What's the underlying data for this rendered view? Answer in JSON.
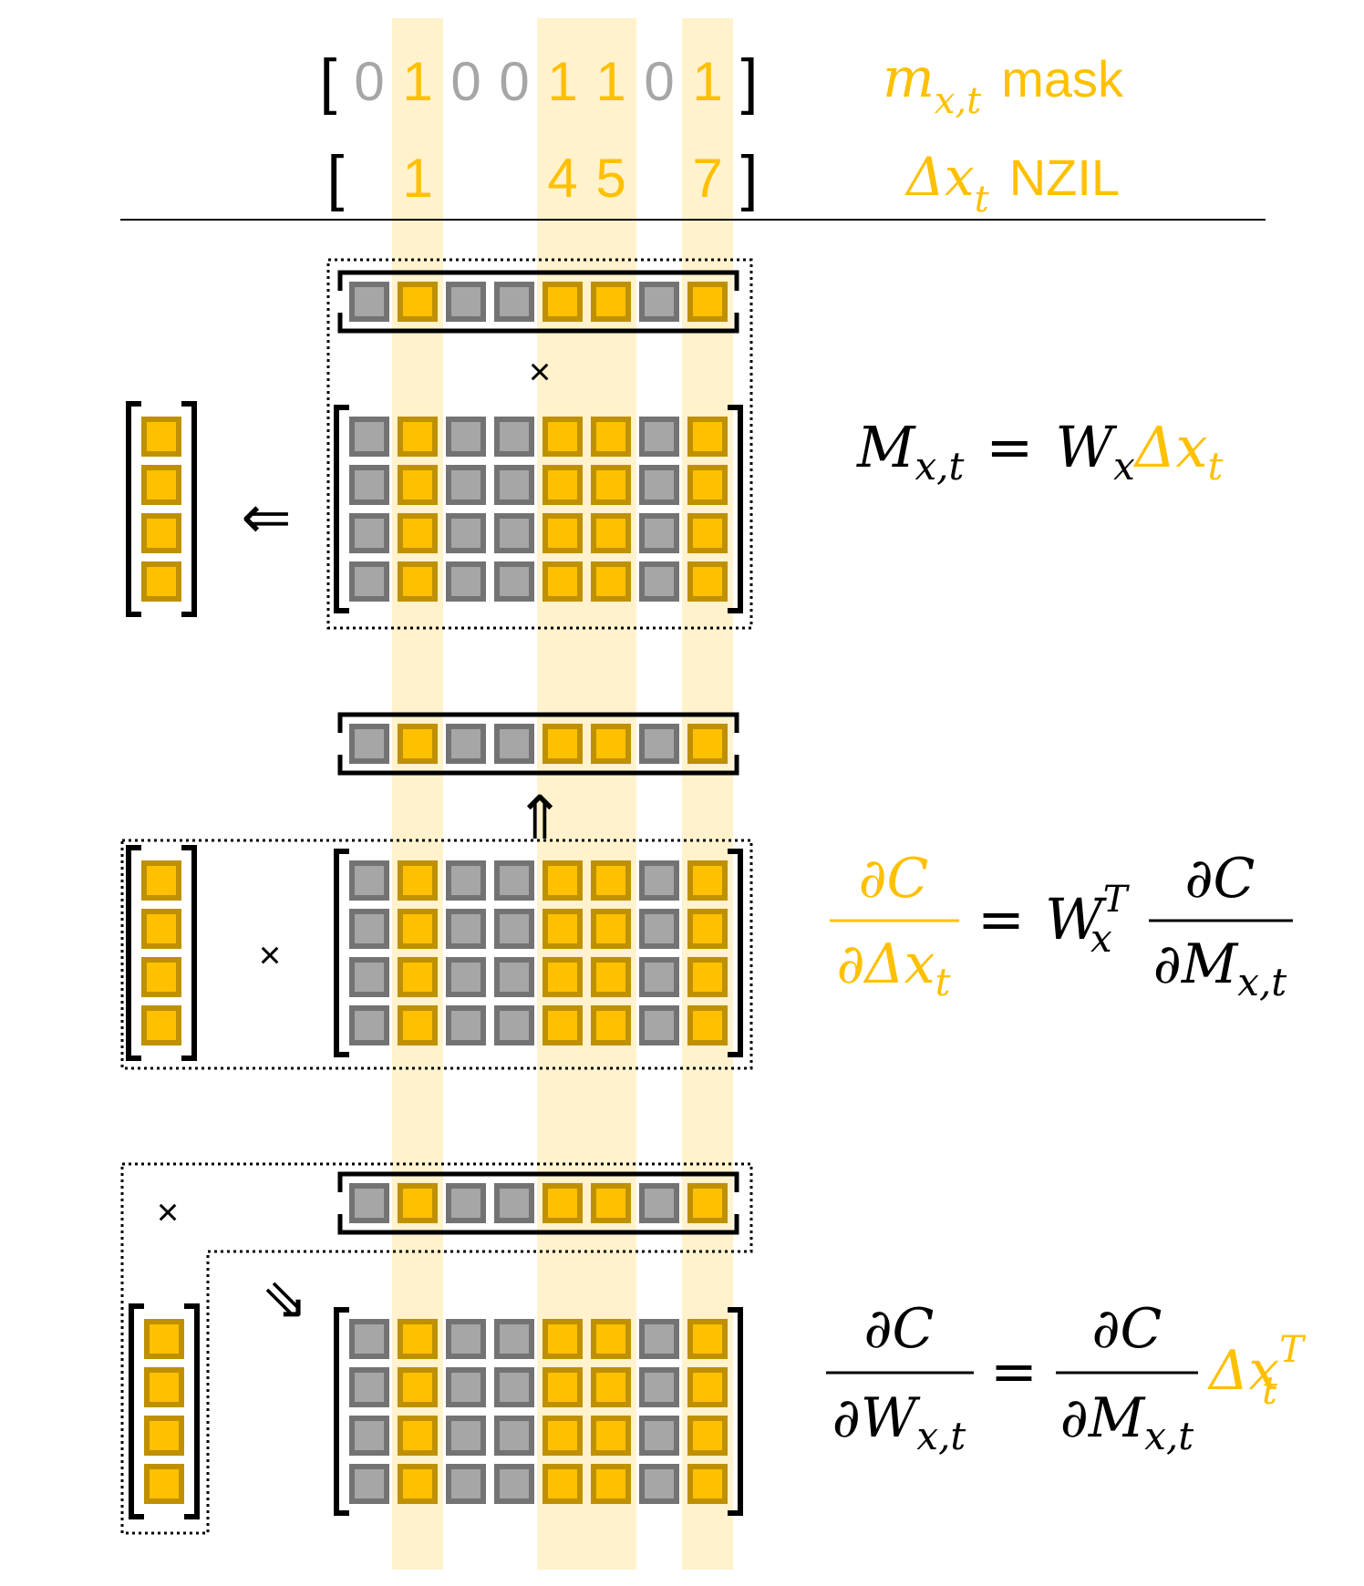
{
  "colors": {
    "active": "#FFC000",
    "active_border": "#BF9000",
    "inactive": "#A6A6A6",
    "inactive_border": "#737373",
    "band": "#FFF2CC",
    "text_active": "#FFC000",
    "text_inactive": "#A6A6A6",
    "ink": "#000000"
  },
  "mask": {
    "values": [
      "0",
      "1",
      "0",
      "0",
      "1",
      "1",
      "0",
      "1"
    ],
    "label": "mask",
    "symbol": "m",
    "subscript": "x,t"
  },
  "nzil": {
    "indices": [
      "1",
      "4",
      "5",
      "7"
    ],
    "label": "NZIL",
    "symbol": "Δx",
    "subscript": "t"
  },
  "brackets": {
    "open": "[",
    "close": "]"
  },
  "symbols": {
    "times": "×",
    "arrow_left": "⇐",
    "arrow_up": "⇑",
    "arrow_diag": "⇘"
  },
  "equations": {
    "forward": {
      "lhs": "M",
      "lhs_sub": "x,t",
      "equals": "=",
      "w": "W",
      "w_sub": "x",
      "dx": "Δx",
      "dx_sub": "t"
    },
    "backward_input": {
      "num": "∂C",
      "den": "∂Δx",
      "den_sub": "t",
      "equals": "=",
      "w": "W",
      "w_sub": "x",
      "w_sup": "T",
      "num2": "∂C",
      "den2": "∂M",
      "den2_sub": "x,t"
    },
    "backward_weight": {
      "num": "∂C",
      "den": "∂W",
      "den_sub": "x,t",
      "equals": "=",
      "num2": "∂C",
      "den2": "∂M",
      "den2_sub": "x,t",
      "dx": "Δx",
      "dx_sub": "t",
      "dx_sup": "T"
    }
  }
}
